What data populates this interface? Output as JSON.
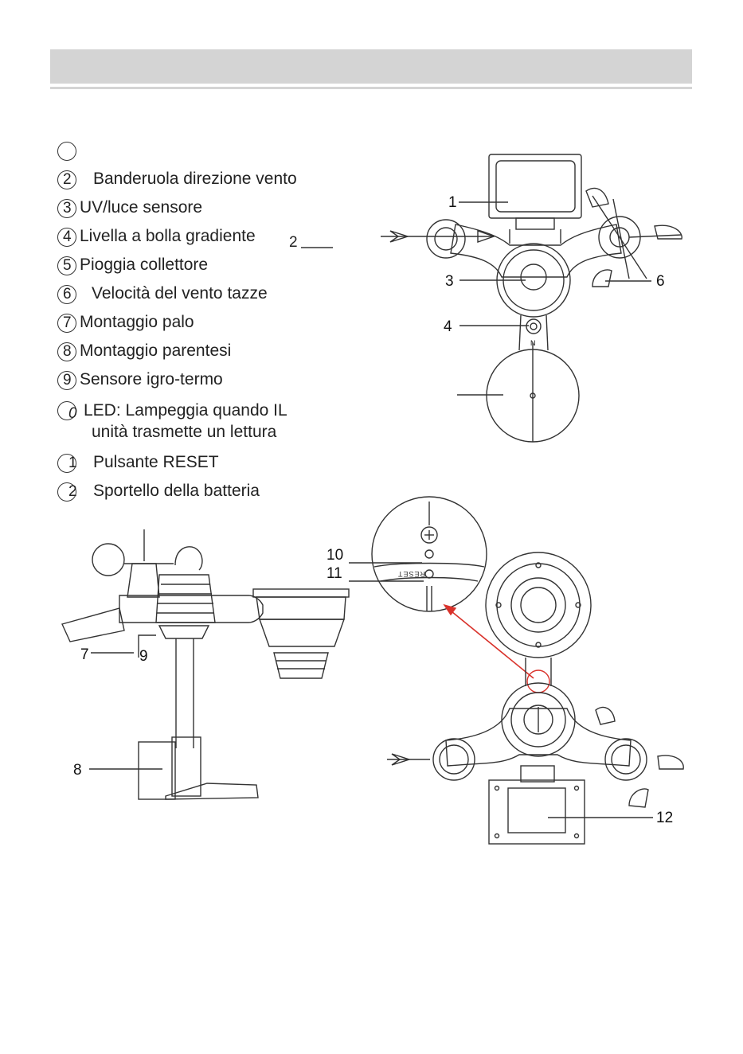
{
  "legend": {
    "items": [
      {
        "num": "",
        "label": ""
      },
      {
        "num": "2",
        "label": "Banderuola direzione vento"
      },
      {
        "num": "3",
        "label": "UV/luce sensore"
      },
      {
        "num": "4",
        "label": "Livella a bolla gradiente"
      },
      {
        "num": "5",
        "label": "Pioggia collettore"
      },
      {
        "num": "6",
        "label": "Velocità del vento tazze"
      },
      {
        "num": "7",
        "label": "Montaggio palo"
      },
      {
        "num": "8",
        "label": "Montaggio parentesi"
      },
      {
        "num": "9",
        "label": "Sensore igro-termo"
      },
      {
        "num": "0",
        "label": "LED:  Lampeggia quando IL"
      },
      {
        "num": "1",
        "label": "Pulsante RESET"
      },
      {
        "num": "2",
        "label": "Sportello della batteria"
      }
    ],
    "led_line2": "unità trasmette un  lettura",
    "stray_label": "2"
  },
  "diagram": {
    "top_callouts": {
      "c1": "1",
      "c3": "3",
      "c4": "4",
      "c6": "6",
      "n_mark": "N"
    },
    "side_callouts": {
      "c7": "7",
      "c9": "9",
      "c8": "8"
    },
    "bottom_callouts": {
      "c10": "10",
      "c11": "11",
      "c12": "12",
      "reset_text": "RESET"
    },
    "colors": {
      "line": "#333333",
      "header": "#d4d4d4",
      "arrow": "#d9322b"
    }
  }
}
